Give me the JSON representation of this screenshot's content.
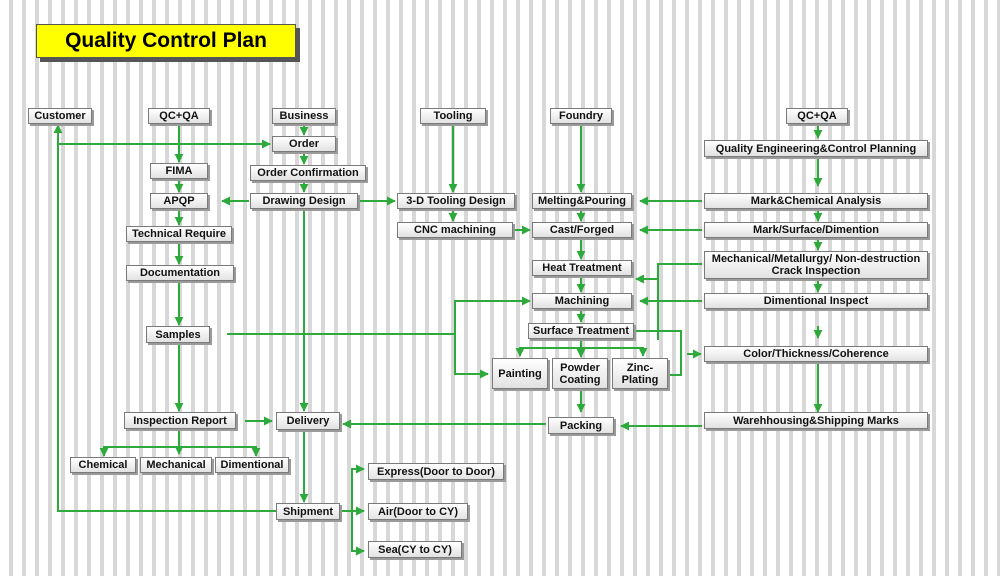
{
  "title": "Quality Control Plan",
  "colors": {
    "arrow": "#2eaa3c",
    "title_bg": "#ffff00"
  },
  "nodes": {
    "customer": "Customer",
    "qcqa_left": "QC+QA",
    "business": "Business",
    "tooling": "Tooling",
    "foundry": "Foundry",
    "qcqa_right": "QC+QA",
    "order": "Order",
    "order_confirmation": "Order Confirmation",
    "drawing_design": "Drawing Design",
    "fima": "FIMA",
    "apqp": "APQP",
    "technical_require": "Technical Require",
    "documentation": "Documentation",
    "samples": "Samples",
    "inspection_report": "Inspection Report",
    "chemical": "Chemical",
    "mechanical": "Mechanical",
    "dimentional": "Dimentional",
    "delivery": "Delivery",
    "shipment": "Shipment",
    "express": "Express(Door to Door)",
    "air": "Air(Door to CY)",
    "sea": "Sea(CY to CY)",
    "tooling_design": "3-D Tooling Design",
    "cnc_machining": "CNC machining",
    "melting_pouring": "Melting&Pouring",
    "cast_forged": "Cast/Forged",
    "heat_treatment": "Heat Treatment",
    "machining": "Machining",
    "surface_treatment": "Surface Treatment",
    "painting": "Painting",
    "powder_coating": "Powder Coating",
    "zinc_plating": "Zinc-Plating",
    "packing": "Packing",
    "quality_engineering": "Quality Engineering&Control Planning",
    "mark_chemical_analysis": "Mark&Chemical Analysis",
    "mark_surface_dimention": "Mark/Surface/Dimention",
    "mechanical_metallurgy": "Mechanical/Metallurgy/ Non-destruction Crack Inspection",
    "dimentional_inspect": "Dimentional Inspect",
    "color_thickness": "Color/Thickness/Coherence",
    "warehousing": "Warehhousing&Shipping Marks"
  }
}
